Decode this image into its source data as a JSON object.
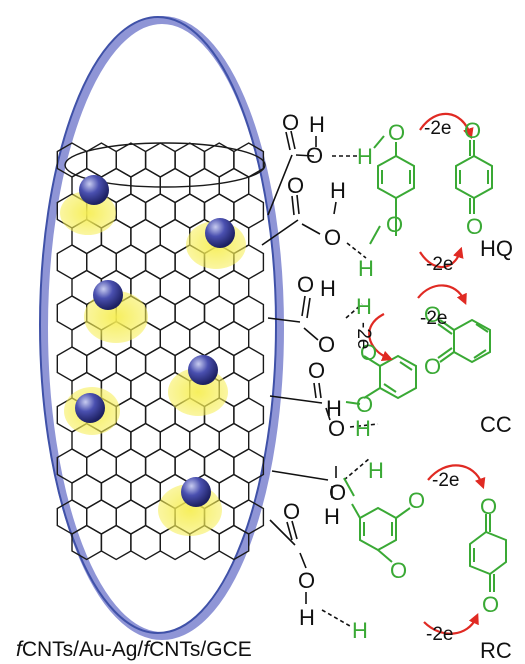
{
  "caption": "fCNTs/Au-Ag/fCNTs/GCE",
  "caption_f1": "f",
  "caption_mid": "CNTs/Au-Ag/",
  "caption_f2": "f",
  "caption_end": "CNTs/GCE",
  "labels": {
    "hq": "HQ",
    "cc": "CC",
    "rc": "RC"
  },
  "electron": "-2e",
  "atoms": {
    "O": "O",
    "H": "H"
  },
  "colors": {
    "ellipse": "#3f51a8",
    "ellipse_shadow": "#8f95d6",
    "molecule": "#3aa935",
    "arrow": "#e02a23",
    "nanotube": "#1a1a1a",
    "particle": "#3a40a0",
    "halo": "#f3ea4c"
  }
}
